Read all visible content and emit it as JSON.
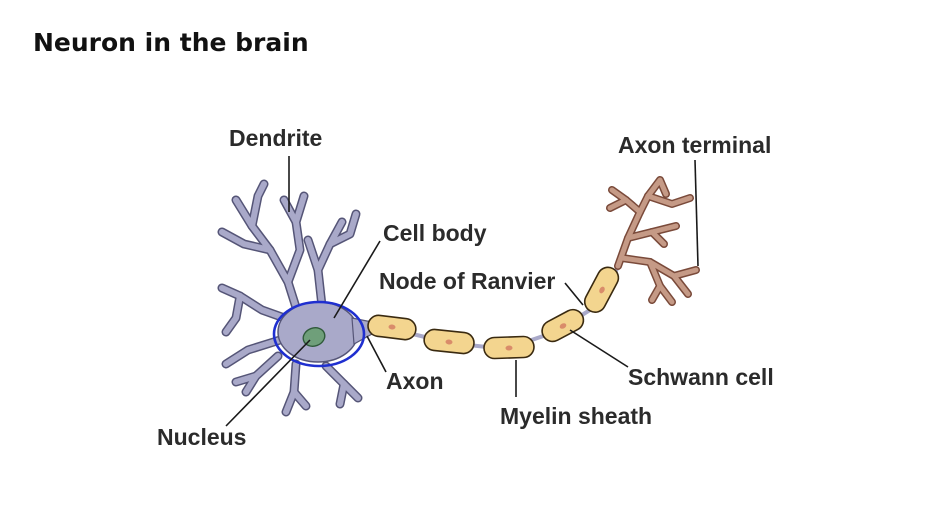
{
  "title": "Neuron in the brain",
  "labels": {
    "dendrite": "Dendrite",
    "axon_terminal": "Axon terminal",
    "cell_body": "Cell body",
    "node_of_ranvier": "Node of Ranvier",
    "axon": "Axon",
    "schwann_cell": "Schwann cell",
    "myelin_sheath": "Myelin sheath",
    "nucleus": "Nucleus"
  },
  "colors": {
    "dendrite_fill": "#a9a9c9",
    "myelin_fill": "#f3d58f",
    "terminal_fill": "#c59a86",
    "nucleus_fill": "#6f9f7a",
    "highlight_circle": "#1f2fd0"
  }
}
